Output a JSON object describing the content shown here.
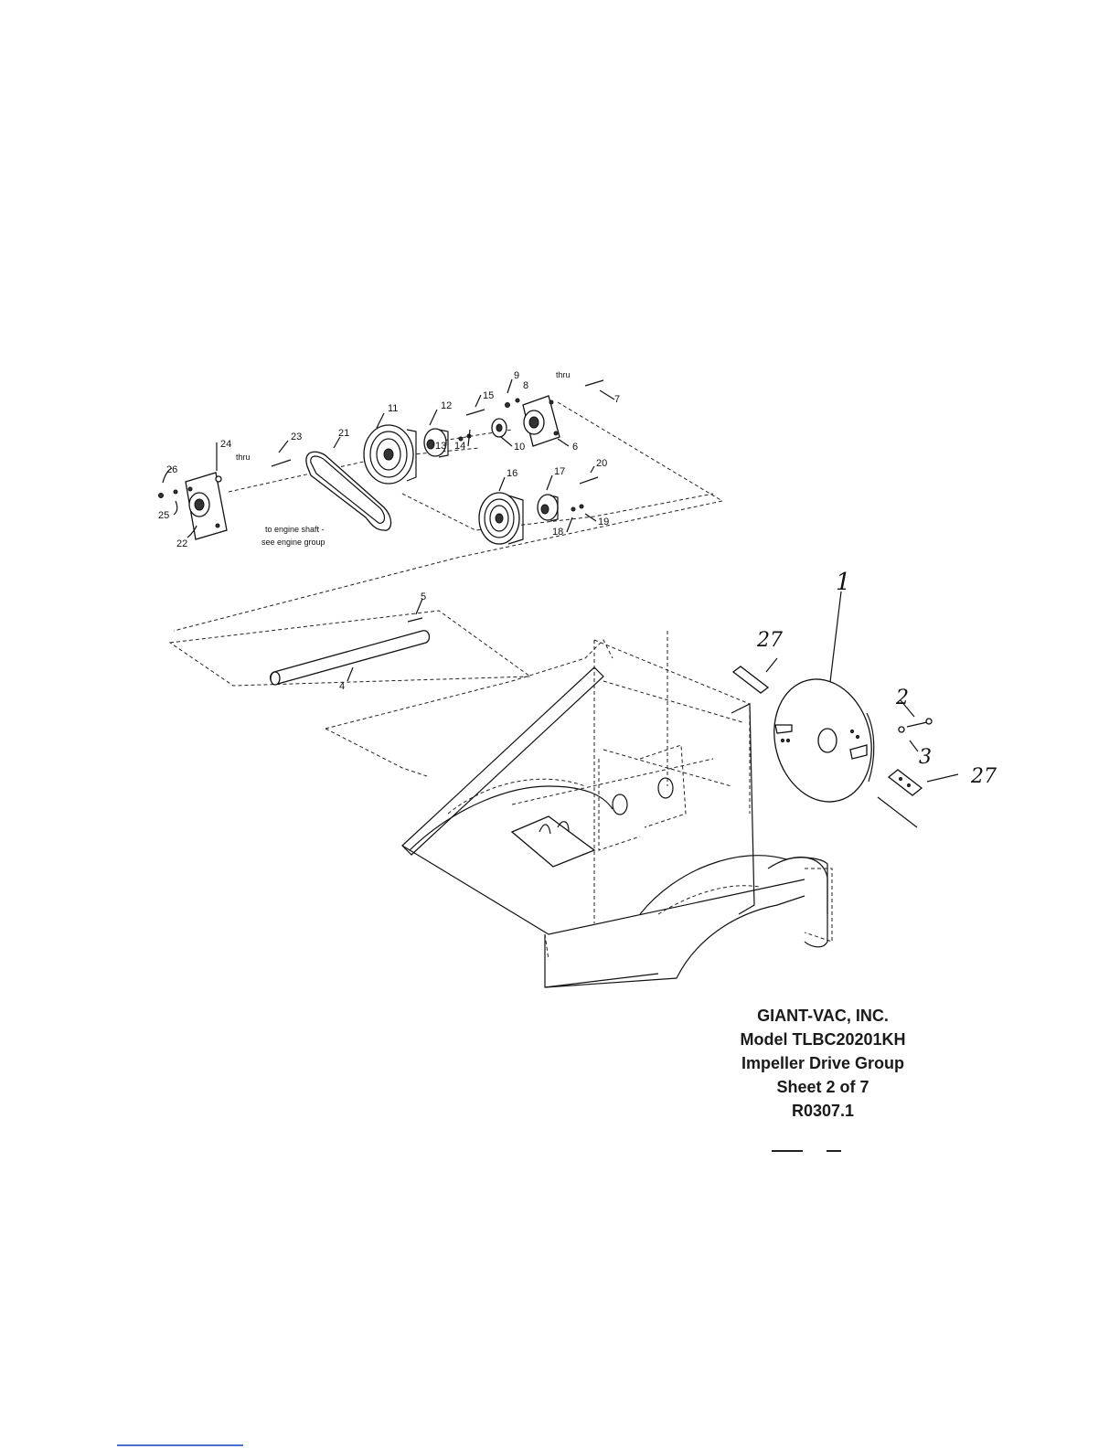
{
  "title_block": {
    "company": "GIANT-VAC, INC.",
    "model": "Model TLBC20201KH",
    "group": "Impeller Drive Group",
    "sheet": "Sheet 2 of 7",
    "revision": "R0307.1"
  },
  "notes": {
    "engine_line1": "to engine shaft -",
    "engine_line2": "see engine group",
    "thru_a": "thru",
    "thru_b": "thru"
  },
  "part_labels": {
    "p1": "1",
    "p2": "2",
    "p3": "3",
    "p4": "4",
    "p5": "5",
    "p6": "6",
    "p7": "7",
    "p8": "8",
    "p9": "9",
    "p10": "10",
    "p11": "11",
    "p12": "12",
    "p13": "13",
    "p14": "14",
    "p15": "15",
    "p16": "16",
    "p17": "17",
    "p18": "18",
    "p19": "19",
    "p20": "20",
    "p21": "21",
    "p22": "22",
    "p23": "23",
    "p24": "24",
    "p25": "25",
    "p26": "26",
    "p27a": "27",
    "p27b": "27"
  }
}
